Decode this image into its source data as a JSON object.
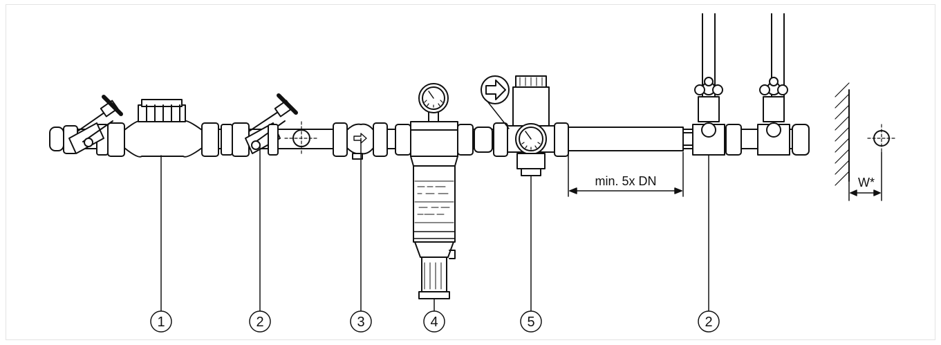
{
  "diagram": {
    "callouts": [
      {
        "id": "c1",
        "label": "1"
      },
      {
        "id": "c2a",
        "label": "2"
      },
      {
        "id": "c3",
        "label": "3"
      },
      {
        "id": "c4",
        "label": "4"
      },
      {
        "id": "c5",
        "label": "5"
      },
      {
        "id": "c2b",
        "label": "2"
      }
    ],
    "dimension_min_length": "min. 5x DN",
    "dimension_wall_clearance": "W*"
  }
}
